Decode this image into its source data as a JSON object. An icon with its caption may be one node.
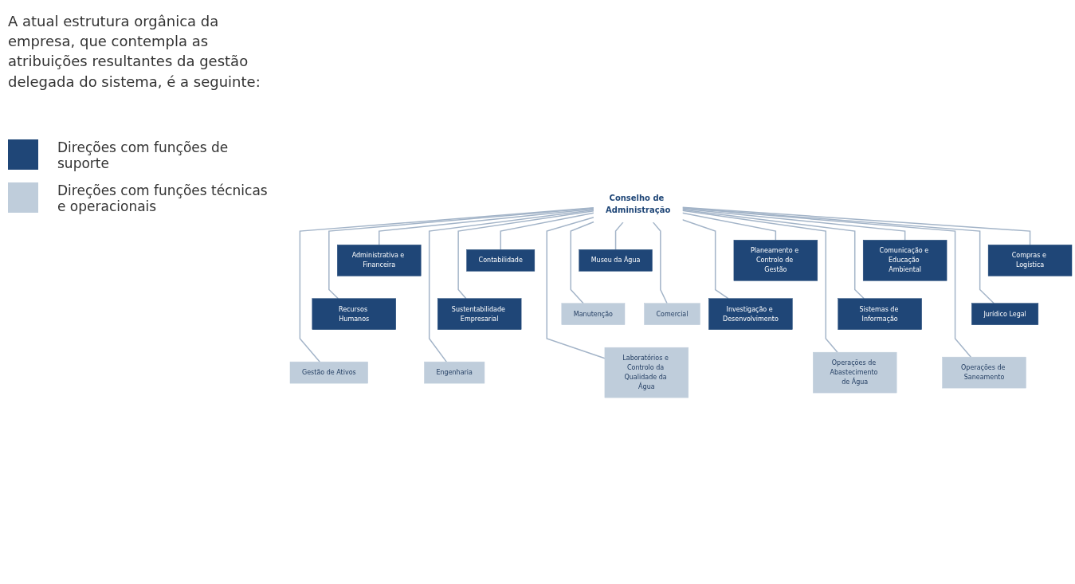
{
  "diagram": {
    "nodes": [
      {
        "text": [
          "Conselho de Administração"
        ]
      },
      {
        "text": [
          "Administrativa e Financeira"
        ]
      },
      {
        "text": [
          "Recursos Humanos"
        ]
      },
      {
        "text": [
          "Contabilidade"
        ]
      },
      {
        "text": [
          "Sustentabilidade Empresarial"
        ]
      },
      {
        "text": [
          "Planeamento e Controlo de Gestão"
        ]
      },
      {
        "text": [
          "Investigação e Desenvolvimento"
        ]
      },
      {
        "text": [
          "Comunicação e Educação Ambiental"
        ]
      },
      {
        "text": [
          "Sistemas de Informação"
        ]
      },
      {
        "text": [
          "Compras e Logística"
        ]
      },
      {
        "text": [
          "Jurídico Legal"
        ]
      },
      {
        "text": [
          "Museu da Água"
        ]
      },
      {
        "text": [
          "Gestão de Ativos"
        ]
      },
      {
        "text": [
          "Engenharia"
        ]
      },
      {
        "text": [
          "Laboratórios e Controlo da Qualidade da Água"
        ]
      },
      {
        "text": [
          "Operações de Abastecimento de Água"
        ]
      },
      {
        "text": [
          "Operações de Saneamento"
        ]
      },
      {
        "text": [
          "Manutenção"
        ]
      },
      {
        "text": [
          "Comercial"
        ]
      }
    ],
    "edges": [
      {
        "from": 0,
        "to": 1,
        "arrow": "none"
      },
      {
        "from": 0,
        "to": 2,
        "arrow": "none"
      },
      {
        "from": 0,
        "to": 3,
        "arrow": "none"
      },
      {
        "from": 0,
        "to": 4,
        "arrow": "none"
      },
      {
        "from": 0,
        "to": 5,
        "arrow": "none"
      },
      {
        "from": 0,
        "to": 6,
        "arrow": "none"
      },
      {
        "from": 0,
        "to": 7,
        "arrow": "none"
      },
      {
        "from": 0,
        "to": 8,
        "arrow": "none"
      },
      {
        "from": 0,
        "to": 9,
        "arrow": "none"
      },
      {
        "from": 0,
        "to": 10,
        "arrow": "none"
      },
      {
        "from": 0,
        "to": 11,
        "arrow": "none"
      },
      {
        "from": 0,
        "to": 12,
        "arrow": "none"
      },
      {
        "from": 0,
        "to": 13,
        "arrow": "none"
      },
      {
        "from": 0,
        "to": 14,
        "arrow": "none"
      },
      {
        "from": 0,
        "to": 15,
        "arrow": "none"
      },
      {
        "from": 0,
        "to": 16,
        "arrow": "none"
      },
      {
        "from": 0,
        "to": 17,
        "arrow": "none"
      },
      {
        "from": 0,
        "to": 18,
        "arrow": "none"
      }
    ],
    "labels": [
      "A atual estrutura orgânica da empresa, que contempla as atribuições resultantes da gestão delegada do sistema, é a seguinte:"
    ],
    "legend": [
      {
        "text": "Direções com funções de suporte",
        "color": "#1f4677"
      },
      {
        "text": "Direções com funções técnicas e operacionais",
        "color": "#bfcddb"
      }
    ]
  }
}
